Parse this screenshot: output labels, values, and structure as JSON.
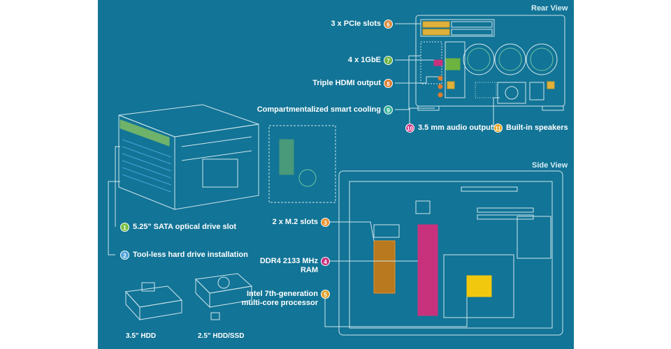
{
  "views": {
    "rear": "Rear View",
    "side": "Side View"
  },
  "callouts": [
    {
      "num": "1",
      "text": "5.25\" SATA optical drive slot",
      "color": "#7bbf44"
    },
    {
      "num": "2",
      "text": "Tool-less hard drive installation",
      "color": "#4ba3d9"
    },
    {
      "num": "3",
      "text": "2 x M.2 slots",
      "color": "#e8902e"
    },
    {
      "num": "4",
      "text": "DDR4 2133 MHz RAM",
      "color": "#c8327d"
    },
    {
      "num": "5",
      "text": "Intel 7th-generation multi-core processor",
      "color": "#e0a029"
    },
    {
      "num": "6",
      "text": "3 x PCIe slots",
      "color": "#d98a3a"
    },
    {
      "num": "7",
      "text": "4 x 1GbE",
      "color": "#6db33f"
    },
    {
      "num": "8",
      "text": "Triple HDMI output",
      "color": "#e07b2a"
    },
    {
      "num": "9",
      "text": "Compartmentalized smart cooling",
      "color": "#3bb39a"
    },
    {
      "num": "10",
      "text": "3.5 mm audio output",
      "color": "#d23d8a"
    },
    {
      "num": "11",
      "text": "Built-in speakers",
      "color": "#e8a21f"
    }
  ],
  "captions": {
    "hdd35": "3.5\" HDD",
    "hdd25": "2.5\" HDD/SSD"
  },
  "colors": {
    "background": "#127496",
    "line": "#cfe6ee"
  }
}
